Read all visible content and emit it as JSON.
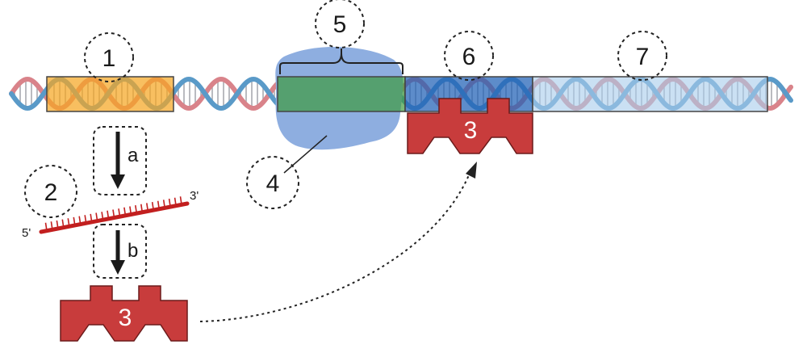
{
  "labels": {
    "one": "1",
    "two": "2",
    "four": "4",
    "five": "5",
    "six": "6",
    "seven": "7",
    "arrow_a": "a",
    "arrow_b": "b",
    "repressor_bound": "3",
    "repressor_free": "3",
    "mrna_5prime": "5'",
    "mrna_3prime": "3'"
  },
  "colors": {
    "dna_blue": "#5a9ac8",
    "dna_red": "#d9838a",
    "rung": "#a8aab0",
    "region_1": "#f5a623",
    "region_5": "#3a9a3a",
    "region_6": "#1f5fb5",
    "region_7": "#a9cdec",
    "polymerase": "#8eaee0",
    "repressor": "#c83c3c",
    "mrna": "#c21f1f"
  }
}
